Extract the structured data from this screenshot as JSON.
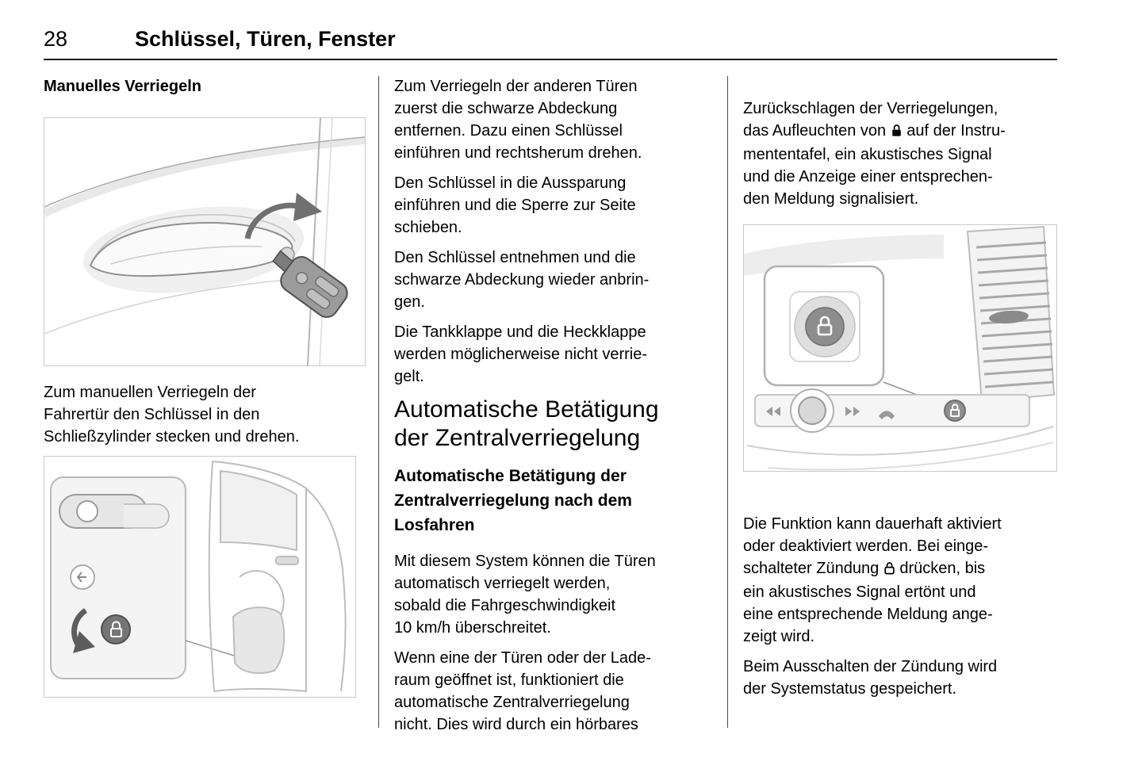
{
  "header": {
    "page_number": "28",
    "chapter_title": "Schlüssel, Türen, Fenster"
  },
  "left_column": {
    "heading": "Manuelles Verriegeln",
    "para1": [
      "Zum manuellen Verriegeln der",
      "Fahrertür den Schlüssel in den",
      "Schließzylinder stecken und drehen."
    ]
  },
  "middle_column": {
    "para1": [
      "Zum Verriegeln der anderen Türen",
      "zuerst die schwarze Abdeckung",
      "entfernen. Dazu einen Schlüssel",
      "einführen und rechtsherum drehen."
    ],
    "para2": [
      "Den Schlüssel in die Aussparung",
      "einführen und die Sperre zur Seite",
      "schieben."
    ],
    "para3": [
      "Den Schlüssel entnehmen und die",
      "schwarze Abdeckung wieder anbrin-",
      "gen."
    ],
    "para4": [
      "Die Tankklappe und die Heckklappe",
      "werden möglicherweise nicht verrie-",
      "gelt."
    ],
    "section_heading": [
      "Automatische Betätigung",
      "der Zentralverriegelung"
    ],
    "sub_heading": [
      "Automatische Betätigung der",
      "Zentralverriegelung nach dem",
      "Losfahren"
    ],
    "para5": [
      "Mit diesem System können die Türen",
      "automatisch verriegelt werden,",
      "sobald die Fahrgeschwindigkeit",
      "10 km/h überschreitet."
    ],
    "para6": [
      "Wenn eine der Türen oder der Lade-",
      "raum geöffnet ist, funktioniert die",
      "automatische Zentralverriegelung",
      "nicht. Dies wird durch ein hörbares"
    ]
  },
  "right_column": {
    "para1_before": [
      "Zurückschlagen der Verriegelungen,",
      "das Aufleuchten von "
    ],
    "para1_icon_name": "lock-indicator-icon",
    "para1_after": [
      " auf der Instru-",
      "mententafel, ein akustisches Signal",
      "und die Anzeige einer entsprechen-",
      "den Meldung signalisiert."
    ],
    "para2_before": [
      "Die Funktion kann dauerhaft aktiviert",
      "oder deaktiviert werden. Bei einge-",
      "schalteter Zündung "
    ],
    "para2_icon_name": "lock-button-icon",
    "para2_after": [
      " drücken, bis",
      "ein akustisches Signal ertönt und",
      "eine entsprechende Meldung ange-",
      "zeigt wird."
    ],
    "para3": [
      "Beim Ausschalten der Zündung wird",
      "der Systemstatus gespeichert."
    ]
  }
}
